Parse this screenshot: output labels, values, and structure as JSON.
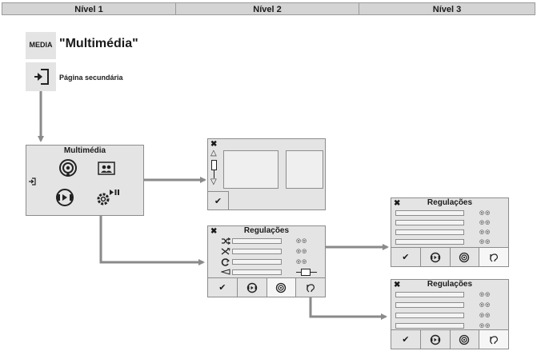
{
  "header": {
    "col1": "Nível 1",
    "col2": "Nível 2",
    "col3": "Nível 3"
  },
  "media": {
    "badge": "MEDIA",
    "title": "\"Multimédia\"",
    "secondary": "Página secundária"
  },
  "level1": {
    "title": "Multimédia"
  },
  "level2_settings": {
    "title": "Regulações"
  },
  "level3_top": {
    "title": "Regulações"
  },
  "level3_bottom": {
    "title": "Regulações"
  },
  "glyphs": {
    "close": "✖",
    "check": "✔",
    "dots": "◎◎",
    "up": "△",
    "down": "▽"
  },
  "colors": {
    "panel": "#e4e4e4",
    "arrow": "#8a8a8a",
    "header": "#d4d4d4"
  }
}
